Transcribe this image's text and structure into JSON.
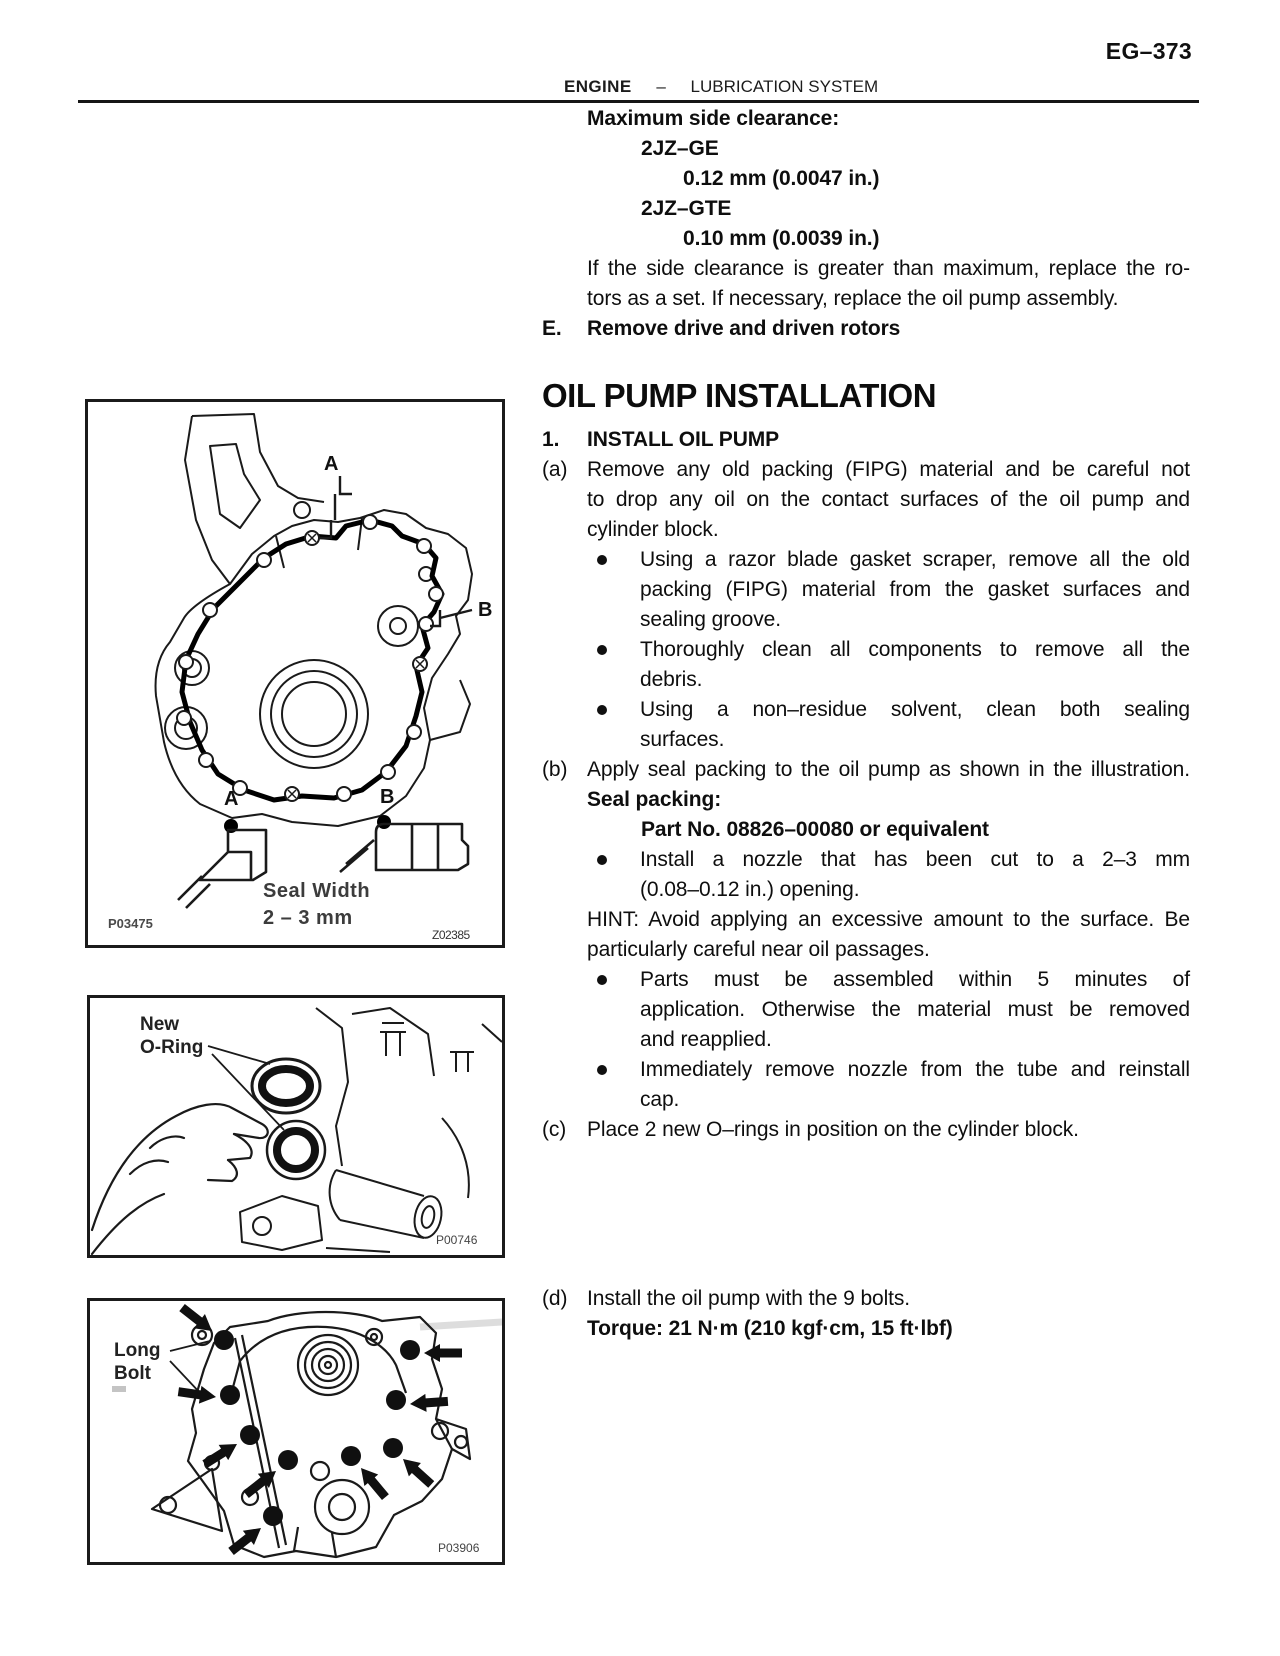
{
  "page": {
    "number": "EG–373",
    "header_bold": "ENGINE",
    "header_dash": "–",
    "header_rest": "LUBRICATION SYSTEM"
  },
  "specs": {
    "title": "Maximum side clearance:",
    "items": [
      {
        "engine": "2JZ–GE",
        "value": "0.12 mm (0.0047 in.)"
      },
      {
        "engine": "2JZ–GTE",
        "value": "0.10 mm (0.0039 in.)"
      }
    ],
    "note_lines": [
      "If the side clearance is greater than maximum, replace the ro-",
      "tors as a set. If necessary, replace the oil pump assembly."
    ],
    "step_e_label": "E.",
    "step_e_text": "Remove drive and driven rotors"
  },
  "install": {
    "title": "OIL PUMP INSTALLATION",
    "step1_label": "1.",
    "step1_text": "INSTALL OIL PUMP",
    "a_label": "(a)",
    "a_lines": [
      "Remove any old packing (FIPG) material and be careful not",
      "to drop any oil on the contact surfaces of the oil pump and",
      "cylinder block."
    ],
    "bullets_a": [
      {
        "lines": [
          "Using a razor blade gasket scraper, remove all the old",
          "packing (FIPG) material from the gasket surfaces and",
          "sealing groove."
        ]
      },
      {
        "lines": [
          "Thoroughly clean all components to remove all the",
          "debris."
        ]
      },
      {
        "lines": [
          "Using a non–residue solvent, clean both sealing",
          "surfaces."
        ]
      }
    ],
    "b_label": "(b)",
    "b_text": "Apply seal packing to the oil pump as shown in the illustration.",
    "seal_packing": "Seal packing:",
    "part_no": "Part No. 08826–00080 or equivalent",
    "bullet_nozzle": {
      "lines": [
        "Install a nozzle that has been cut to a 2–3 mm",
        "(0.08–0.12 in.) opening."
      ]
    },
    "hint_lines": [
      "HINT: Avoid applying an excessive amount to the surface. Be",
      "particularly careful near oil passages."
    ],
    "bullets_hint": [
      {
        "lines": [
          "Parts must be assembled within 5 minutes of",
          "application. Otherwise the material must be removed",
          "and reapplied."
        ]
      },
      {
        "lines": [
          "Immediately remove nozzle from the tube and reinstall",
          "cap."
        ]
      }
    ],
    "c_label": "(c)",
    "c_text": "Place 2 new O–rings in position on the cylinder block.",
    "d_label": "(d)",
    "d_text": "Install the oil pump with the 9 bolts.",
    "torque": "Torque: 21 N·m (210 kgf·cm, 15 ft·lbf)"
  },
  "figures": {
    "fig1": {
      "label_a": "A",
      "label_b": "B",
      "detail_a_label": "A",
      "detail_b_label": "B",
      "caption_line1": "Seal Width",
      "caption_line2": "2 – 3 mm",
      "code": "P03475",
      "code_right": "Z02385"
    },
    "fig2": {
      "label_line1": "New",
      "label_line2": "O-Ring",
      "code": "P00746"
    },
    "fig3": {
      "label_line1": "Long",
      "label_line2": "Bolt",
      "code": "P03906"
    }
  }
}
